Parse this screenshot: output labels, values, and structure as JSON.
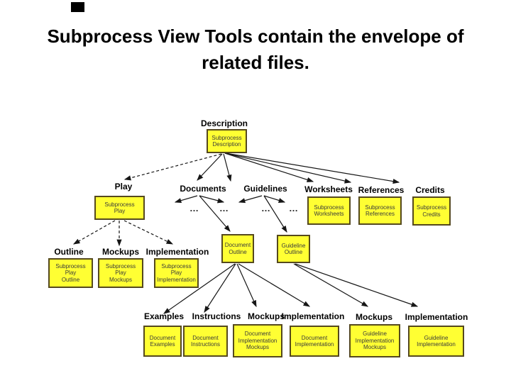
{
  "slide": {
    "title_line1": "Subprocess View Tools contain the envelope of",
    "title_line2": "related files."
  },
  "colors": {
    "box_fill": "#ffff33",
    "box_border": "#55491d",
    "label_text": "#000000",
    "box_text": "#3a3a3a",
    "arrow": "#161616",
    "background": "#ffffff"
  },
  "diagram": {
    "ellipsis": "…",
    "nodes": {
      "description": {
        "label": "Description",
        "box_lines": [
          "Subprocess",
          "Description"
        ]
      },
      "play": {
        "label": "Play",
        "box_lines": [
          "Subprocess",
          "Play"
        ]
      },
      "documents": {
        "label": "Documents"
      },
      "guidelines": {
        "label": "Guidelines"
      },
      "worksheets": {
        "label": "Worksheets",
        "box_lines": [
          "Subprocess",
          "Worksheets"
        ]
      },
      "references": {
        "label": "References",
        "box_lines": [
          "Subprocess",
          "References"
        ]
      },
      "credits": {
        "label": "Credits",
        "box_lines": [
          "Subprocess",
          "Credits"
        ]
      },
      "play_outline": {
        "label": "Outline",
        "box_lines": [
          "Subprocess",
          "Play",
          "Outline"
        ]
      },
      "play_mockups": {
        "label": "Mockups",
        "box_lines": [
          "Subprocess",
          "Play",
          "Mockups"
        ]
      },
      "play_implementation": {
        "label": "Implementation",
        "box_lines": [
          "Subprocess",
          "Play",
          "Implementation"
        ]
      },
      "document_outline": {
        "box_lines": [
          "Document",
          "Outline"
        ]
      },
      "guideline_outline": {
        "box_lines": [
          "Guideline",
          "Outline"
        ]
      },
      "document_examples": {
        "label": "Examples",
        "box_lines": [
          "Document",
          "Examples"
        ]
      },
      "document_instructions": {
        "label": "Instructions",
        "box_lines": [
          "Document",
          "Instructions"
        ]
      },
      "document_implementation_mockups": {
        "label": "Mockups",
        "box_lines": [
          "Document",
          "Implementation",
          "Mockups"
        ]
      },
      "document_implementation": {
        "label": "Implementation",
        "box_lines": [
          "Document",
          "Implementation"
        ]
      },
      "guideline_implementation_mockups": {
        "label": "Mockups",
        "box_lines": [
          "Guideline",
          "Implementation",
          "Mockups"
        ]
      },
      "guideline_implementation": {
        "label": "Implementation",
        "box_lines": [
          "Guideline",
          "Implementation"
        ]
      }
    }
  }
}
